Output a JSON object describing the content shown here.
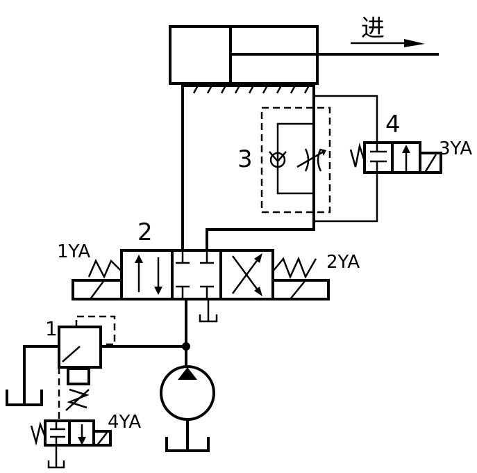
{
  "direction_label": "进",
  "components": {
    "relief_valve": "1",
    "main_valve": "2",
    "throttle_check": "3",
    "aux_valve": "4"
  },
  "solenoids": {
    "s1": "1YA",
    "s2": "2YA",
    "s3": "3YA",
    "s4": "4YA"
  }
}
